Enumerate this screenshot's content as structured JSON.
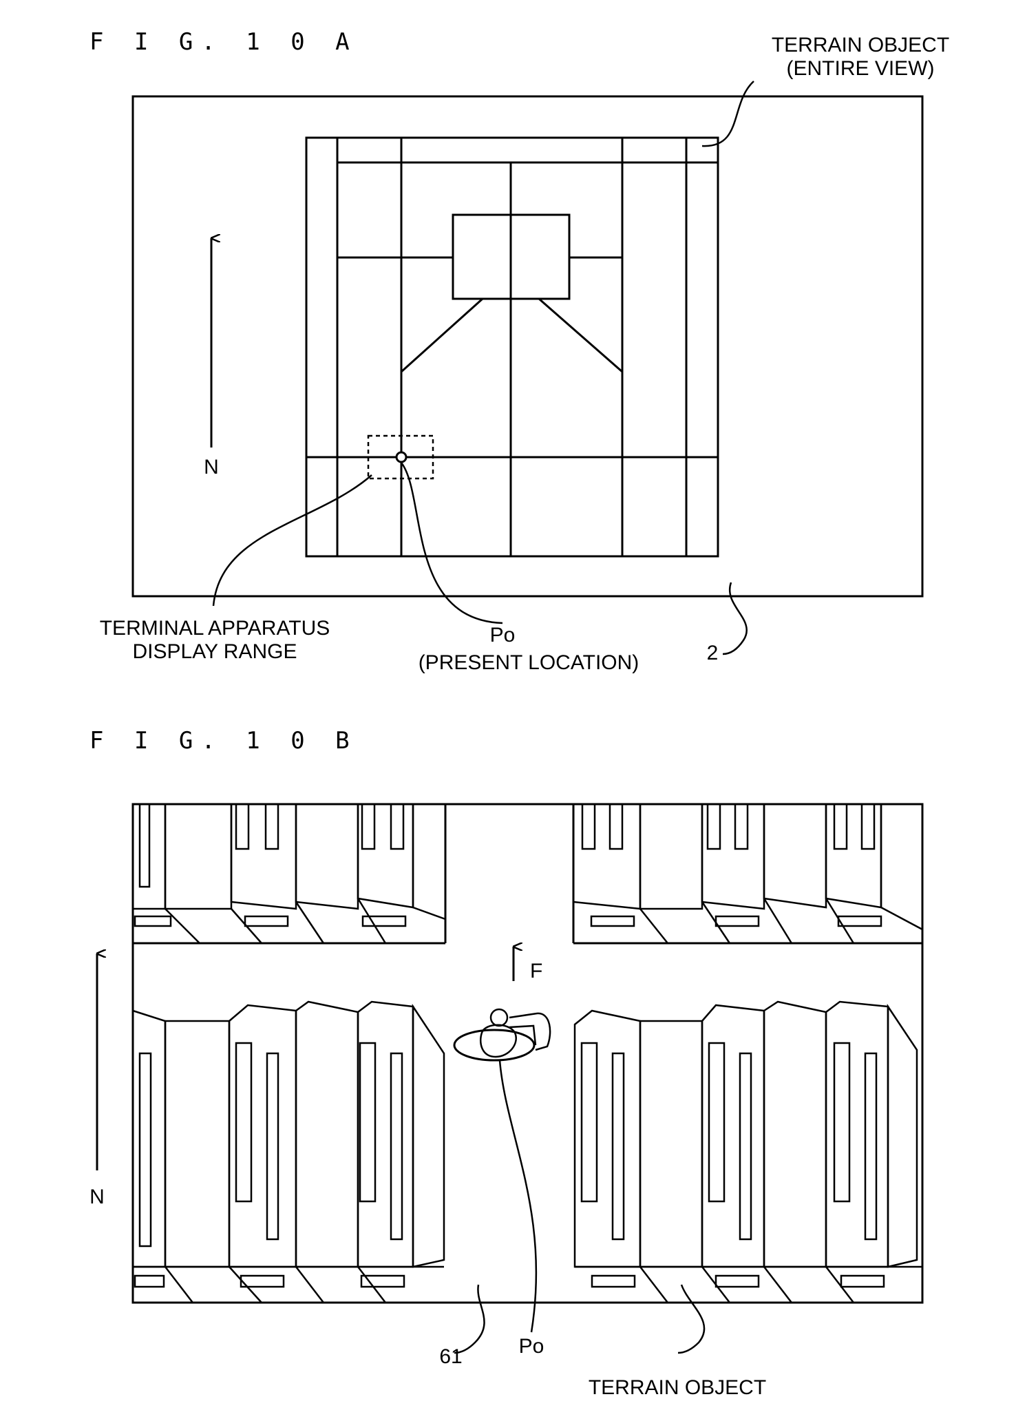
{
  "fig_a": {
    "title": "F I G.  1 0 A",
    "terrain_label_line1": "TERRAIN OBJECT",
    "terrain_label_line2": "(ENTIRE VIEW)",
    "north_label": "N",
    "display_range_line1": "TERMINAL APPARATUS",
    "display_range_line2": "DISPLAY RANGE",
    "po_label": "Po",
    "present_location_label": "(PRESENT LOCATION)",
    "ref_2": "2"
  },
  "fig_b": {
    "title": "F I G.  1 0 B",
    "north_label": "N",
    "forward_label": "F",
    "ref_61": "61",
    "po_label": "Po",
    "terrain_label": "TERRAIN OBJECT"
  }
}
